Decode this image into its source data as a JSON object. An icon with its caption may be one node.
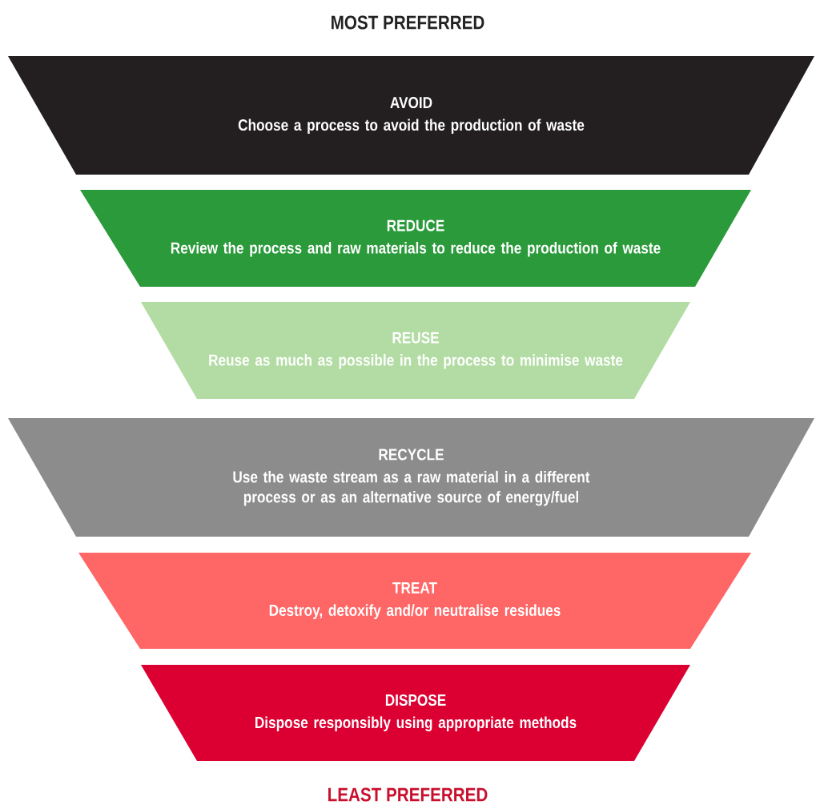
{
  "diagram": {
    "nodes": [
      {
        "text": [
          "AVOID",
          "Choose a process to avoid the production of waste"
        ]
      },
      {
        "text": [
          "REDUCE",
          "Review the process and raw materials to reduce the production of waste"
        ]
      },
      {
        "text": [
          "REUSE",
          "Reuse as much as possible in the process to minimise waste"
        ]
      },
      {
        "text": [
          "RECYCLE",
          "Use the waste stream as a raw material in a different process or as an alternative source of energy/fuel"
        ]
      },
      {
        "text": [
          "TREAT",
          "Destroy, detoxify and/or neutralise residues"
        ]
      },
      {
        "text": [
          "DISPOSE",
          "Dispose responsibly using appropriate methods"
        ]
      }
    ],
    "labels": [
      "MOST PREFERRED",
      "LEAST PREFERRED"
    ]
  }
}
